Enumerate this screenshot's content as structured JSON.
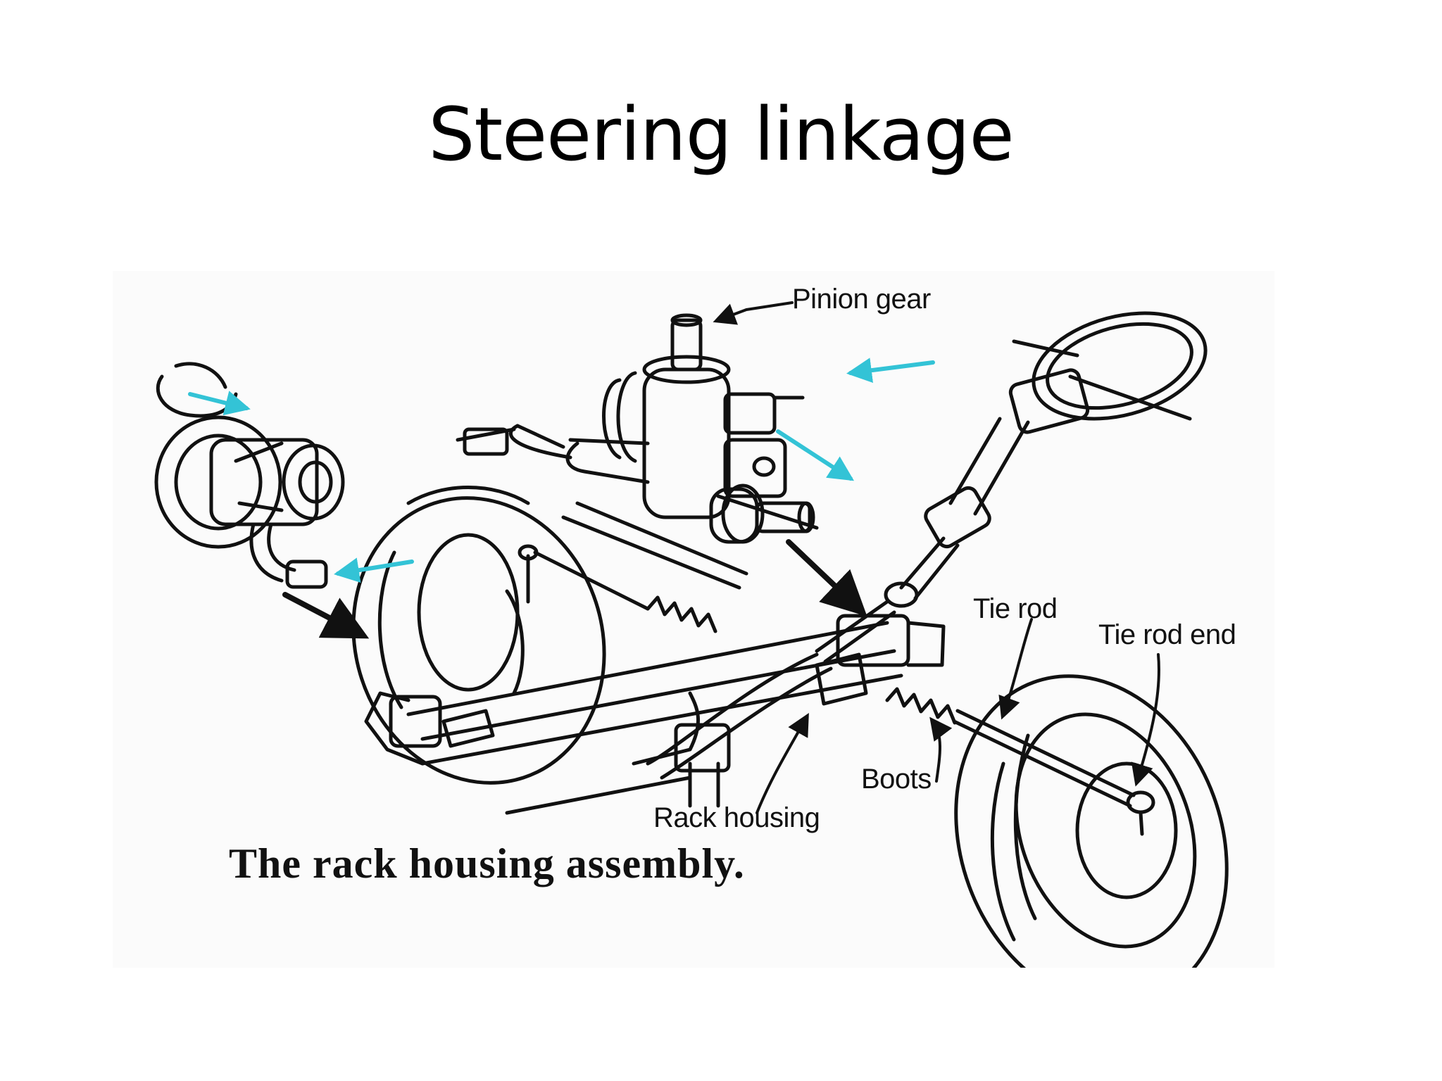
{
  "slide": {
    "title": "Steering linkage"
  },
  "diagram": {
    "labels": {
      "pinion_gear": "Pinion gear",
      "tie_rod": "Tie rod",
      "tie_rod_end": "Tie rod end",
      "boots": "Boots",
      "rack_housing": "Rack housing"
    },
    "caption": "The rack housing assembly.",
    "colors": {
      "line": "#111111",
      "flow_arrow": "#33c3d6",
      "background": "#fbfbfb"
    }
  }
}
